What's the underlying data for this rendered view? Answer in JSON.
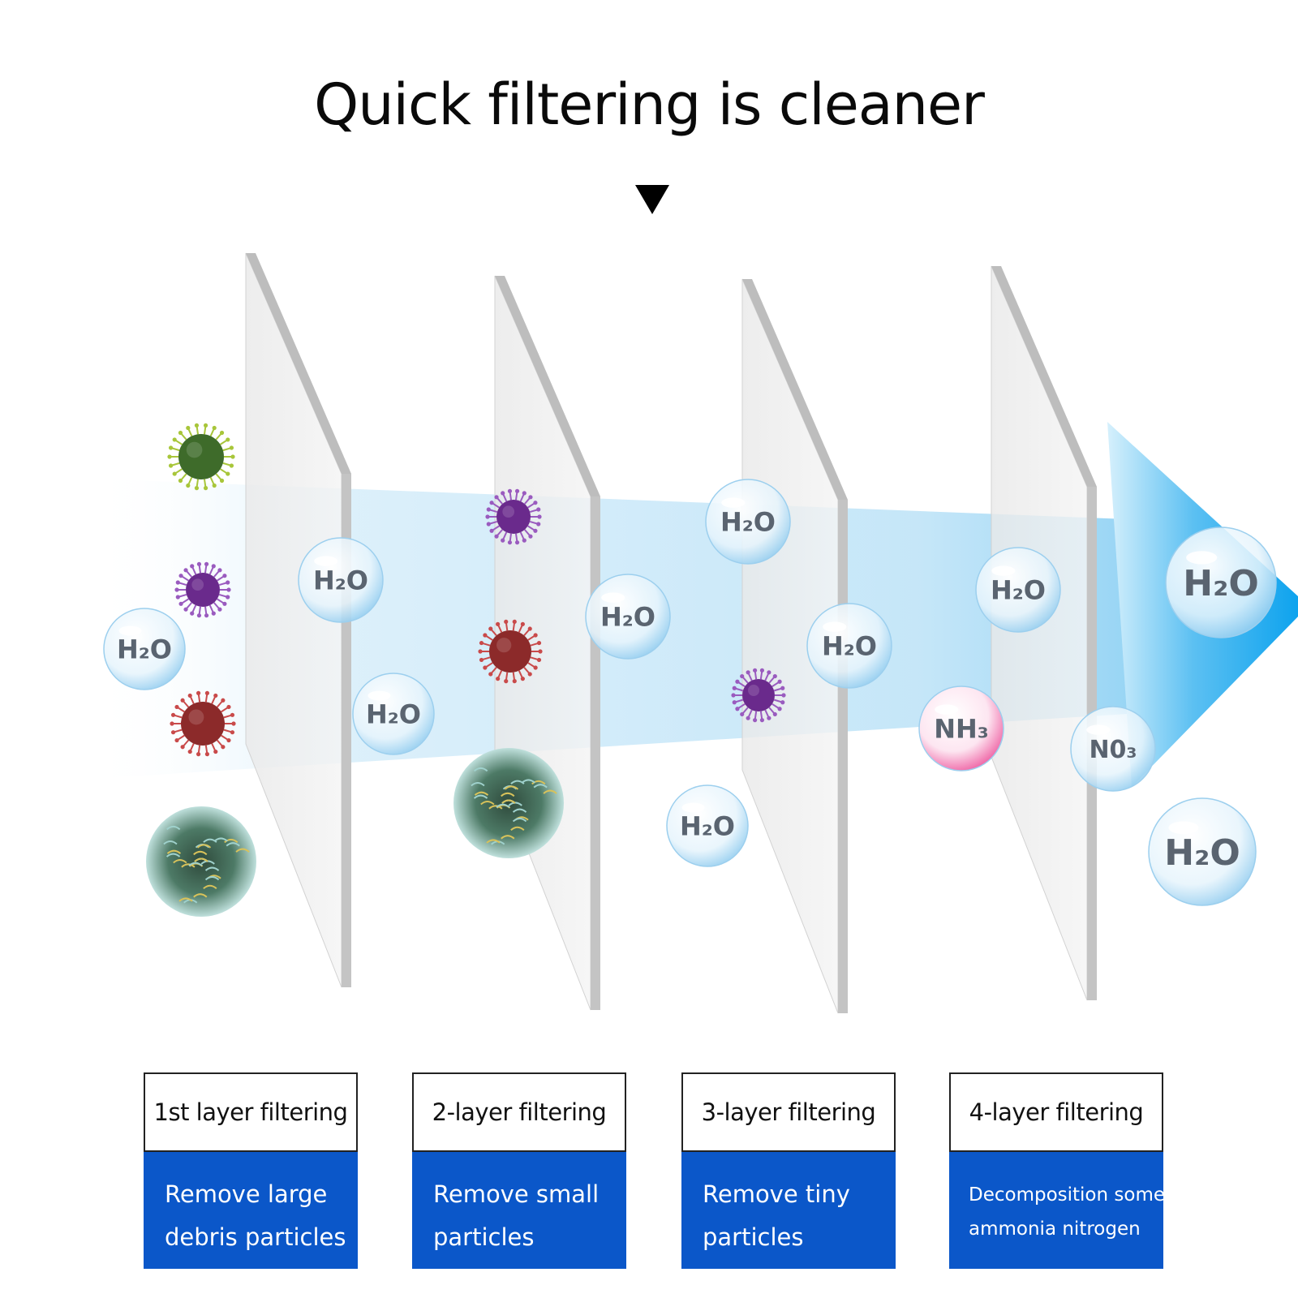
{
  "title": "Quick filtering is cleaner",
  "layers": [
    {
      "head": "1st layer filtering",
      "desc": [
        "Remove large",
        "debris particles"
      ]
    },
    {
      "head": "2-layer filtering",
      "desc": [
        "Remove small",
        "particles"
      ]
    },
    {
      "head": "3-layer filtering",
      "desc": [
        "Remove tiny",
        "particles"
      ]
    },
    {
      "head": "4-layer filtering",
      "desc": [
        "Decomposition some",
        "ammonia nitrogen"
      ]
    }
  ],
  "molecules": {
    "water": "H₂O",
    "ammonia": "NH₃",
    "nitrate": "N0₃"
  },
  "colors": {
    "panel_body": "#0b57c9",
    "flow_arrow": "#1aa6ee",
    "bubble_text": "#5a6470",
    "ammonia_bubble": "#f06aa8",
    "virus_green": "#3e6b2a",
    "virus_purple": "#6a2a8c",
    "virus_red": "#8c2a2a"
  }
}
